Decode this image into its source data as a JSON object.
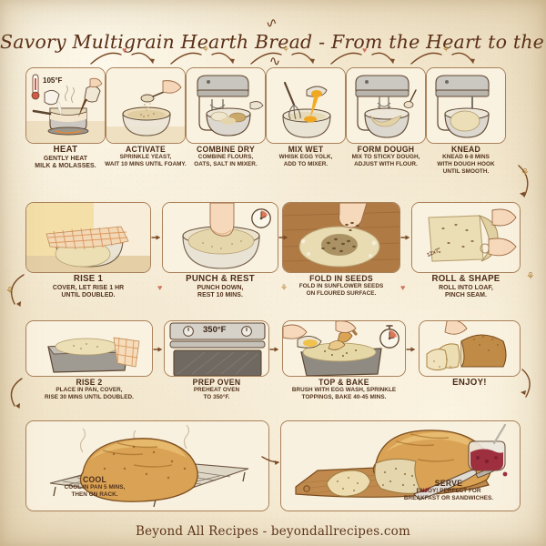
{
  "title": {
    "text": "Savory Multigrain Hearth Bread - From the Heart to the Hearth",
    "left_flourish": "∿",
    "right_flourish": "∿"
  },
  "footer": {
    "text": "Beyond All Recipes - beyondallrecipes.com"
  },
  "colors": {
    "background": "#f4ead3",
    "panel_fill": "#f8f0dd",
    "panel_border": "#a9815a",
    "title_text": "#5a2f18",
    "caption_text": "#4b2c18",
    "arrow": "#7b4a26",
    "heart_ornament": "#d2755e",
    "wheat_ornament": "#b78a3f"
  },
  "rows": [
    {
      "id": "row-1",
      "steps": [
        {
          "id": "heat",
          "title": "HEAT",
          "desc": "GENTLY HEAT\nMILK & MOLASSES.",
          "badge": "105°F",
          "icon": "saucepan-on-stove-icon"
        },
        {
          "id": "activate",
          "title": "ACTIVATE",
          "desc": "SPRINKLE YEAST,\nWAIT 10 MINS UNTIL FOAMY.",
          "icon": "mixing-bowl-with-spoon-icon"
        },
        {
          "id": "combine-dry",
          "title": "COMBINE DRY",
          "desc": "COMBINE FLOURS,\nOATS, SALT IN MIXER.",
          "icon": "stand-mixer-icon"
        },
        {
          "id": "mix-wet",
          "title": "MIX WET",
          "desc": "WHISK EGG YOLK,\nADD TO MIXER.",
          "icon": "whisk-and-egg-yolk-icon"
        },
        {
          "id": "form-dough",
          "title": "FORM DOUGH",
          "desc": "MIX TO STICKY DOUGH,\nADJUST WITH FLOUR.",
          "icon": "stand-mixer-beater-icon"
        },
        {
          "id": "knead",
          "title": "KNEAD",
          "desc": "KNEAD 6-8 MINS\nWITH DOUGH HOOK\nUNTIL SMOOTH.",
          "icon": "stand-mixer-dough-hook-icon"
        }
      ]
    },
    {
      "id": "row-2",
      "steps": [
        {
          "id": "rise-1",
          "title": "RISE 1",
          "desc": "COVER, LET RISE 1 HR\nUNTIL DOUBLED.",
          "icon": "covered-bowl-rising-dough-icon"
        },
        {
          "id": "punch-rest",
          "title": "PUNCH & REST",
          "desc": "PUNCH DOWN,\nREST 10 MINS.",
          "icon": "fist-punching-dough-icon",
          "timer": "clock-icon"
        },
        {
          "id": "fold-in-seeds",
          "title": "FOLD IN SEEDS",
          "desc": "FOLD IN SUNFLOWER SEEDS\nON FLOURED SURFACE.",
          "icon": "hand-sprinkling-seeds-icon"
        },
        {
          "id": "roll-shape",
          "title": "ROLL & SHAPE",
          "desc": "ROLL INTO LOAF,\nPINCH SEAM.",
          "icon": "hands-rolling-dough-icon",
          "dimension_label": "12x7\""
        }
      ]
    },
    {
      "id": "row-3",
      "steps": [
        {
          "id": "rise-2",
          "title": "RISE 2",
          "desc": "PLACE IN PAN, COVER,\nRISE 30 MINS UNTIL DOUBLED.",
          "icon": "loaf-pan-covered-icon"
        },
        {
          "id": "prep-oven",
          "title": "PREP OVEN",
          "desc": "PREHEAT OVEN\nTO 350°F.",
          "badge": "350°F",
          "icon": "oven-icon"
        },
        {
          "id": "top-bake",
          "title": "TOP & BAKE",
          "desc": "BRUSH WITH EGG WASH, SPRINKLE\nTOPPINGS, BAKE 40-45 MINS.",
          "icon": "pastry-brush-on-loaf-icon",
          "timer": "stopwatch-icon"
        },
        {
          "id": "enjoy",
          "title": "ENJOY!",
          "desc": "",
          "icon": "sliced-loaf-icon"
        }
      ]
    },
    {
      "id": "row-4",
      "steps": [
        {
          "id": "cool",
          "title": "COOL",
          "desc": "COOL IN PAN 5 MINS,\nTHEN ON RACK.",
          "icon": "loaf-on-cooling-rack-icon"
        },
        {
          "id": "serve",
          "title": "SERVE",
          "desc": "ENJOY! PERFECT FOR\nBREAKFAST OR SANDWICHES.",
          "icon": "loaf-on-cutting-board-with-jam-icon"
        }
      ]
    }
  ],
  "ornaments": {
    "heart": "♥",
    "wheat": "⚘"
  }
}
